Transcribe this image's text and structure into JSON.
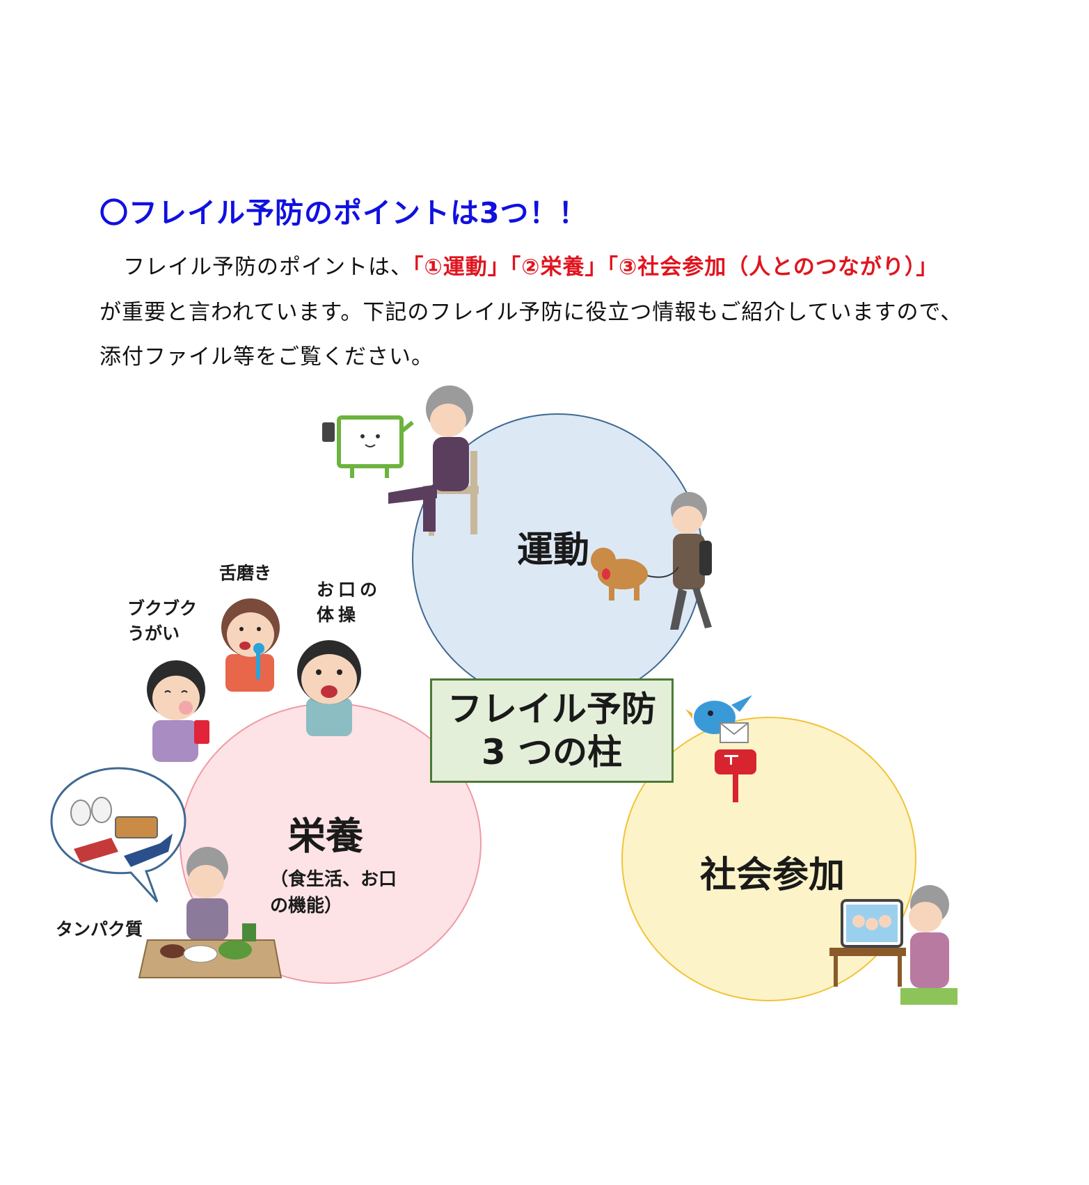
{
  "heading": "〇フレイル予防のポイントは3つ！！",
  "paragraph": {
    "line1_before": "フレイル予防のポイントは、",
    "line1_highlight": "「①運動」「②栄養」「③社会参加（人とのつながり）」",
    "line2": "が重要と言われています。下記のフレイル予防に役立つ情報もご紹介していますので、",
    "line3": "添付ファイル等をご覧ください。"
  },
  "diagram": {
    "center_line1": "フレイル予防",
    "center_line2": "3 つの柱",
    "pillar_exercise": "運動",
    "pillar_nutrition": "栄養",
    "pillar_nutrition_sub": "（食生活、お口の機能）",
    "pillar_social": "社会参加",
    "label_tongue": "舌磨き",
    "label_gargle": "ブクブクうがい",
    "label_mouth_exercise": "お口の体操",
    "label_protein": "タンパク質"
  },
  "colors": {
    "heading": "#1010e0",
    "highlight": "#e0141e",
    "exercise_circle": "#dde8f5",
    "nutrition_circle": "#fde3e6",
    "social_circle": "#fdf3c8",
    "center_box": "#e4efd9"
  }
}
